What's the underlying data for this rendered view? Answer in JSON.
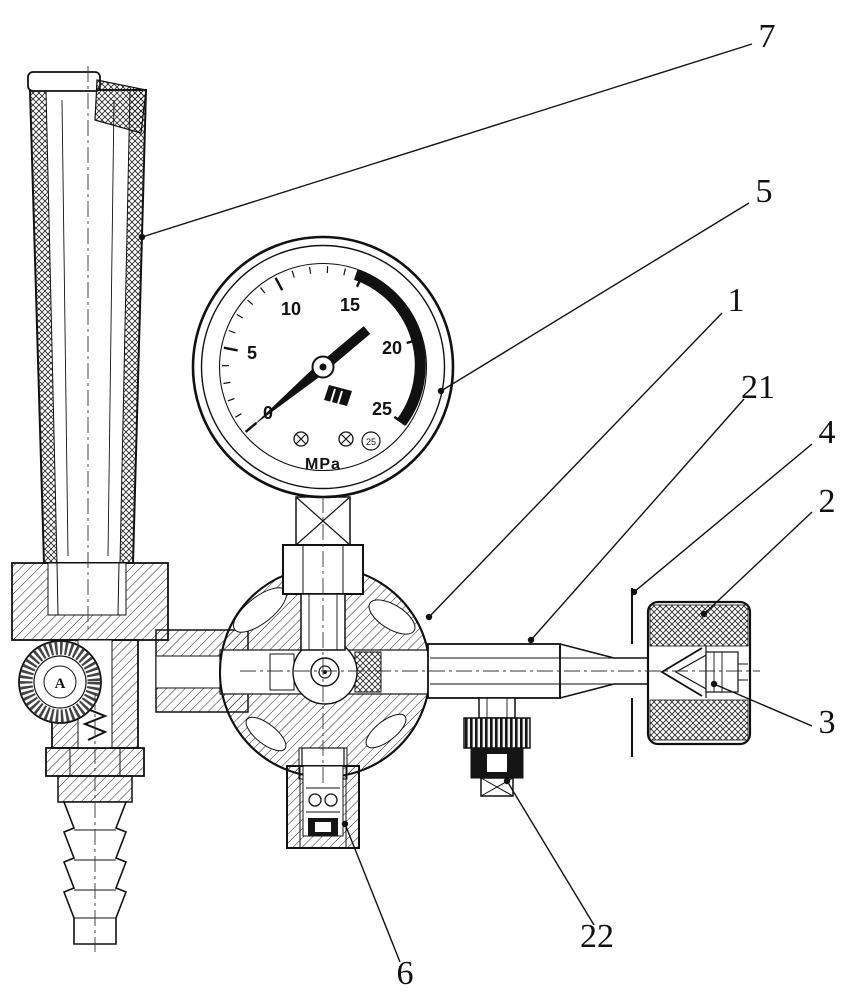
{
  "gauge": {
    "unit": "MPa",
    "tick_labels": [
      "0",
      "5",
      "10",
      "15",
      "20",
      "25"
    ],
    "small_circle_label": "25"
  },
  "flowmeter": {
    "knob_letter": "A"
  },
  "callouts": {
    "c7": "7",
    "c5": "5",
    "c1": "1",
    "c21": "21",
    "c4": "4",
    "c2": "2",
    "c3": "3",
    "c22": "22",
    "c6": "6"
  }
}
